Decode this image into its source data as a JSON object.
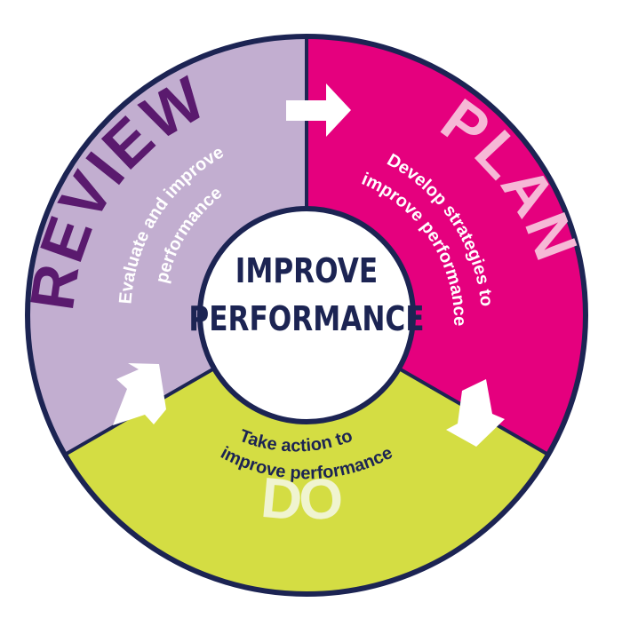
{
  "center": {
    "line1": "IMPROVE",
    "line2": "PERFORMANCE"
  },
  "segments": {
    "plan": {
      "title": "PLAN",
      "line1": "Develop strategies to",
      "line2": "improve performance"
    },
    "do": {
      "title": "DO",
      "line1": "Take action to",
      "line2": "improve performance"
    },
    "review": {
      "title": "REVIEW",
      "line1": "Evaluate and improve",
      "line2": "performance"
    }
  },
  "colors": {
    "plan": "#e5007e",
    "do": "#d4dd43",
    "review": "#c2aed0",
    "border": "#1c2453",
    "center_fill": "#ffffff",
    "center_text": "#1c2453",
    "review_title": "#5a1a6e",
    "plan_title": "#f6b8d6",
    "do_title": "#f0f4d0",
    "arrow": "#ffffff",
    "do_text": "#1c2453"
  }
}
